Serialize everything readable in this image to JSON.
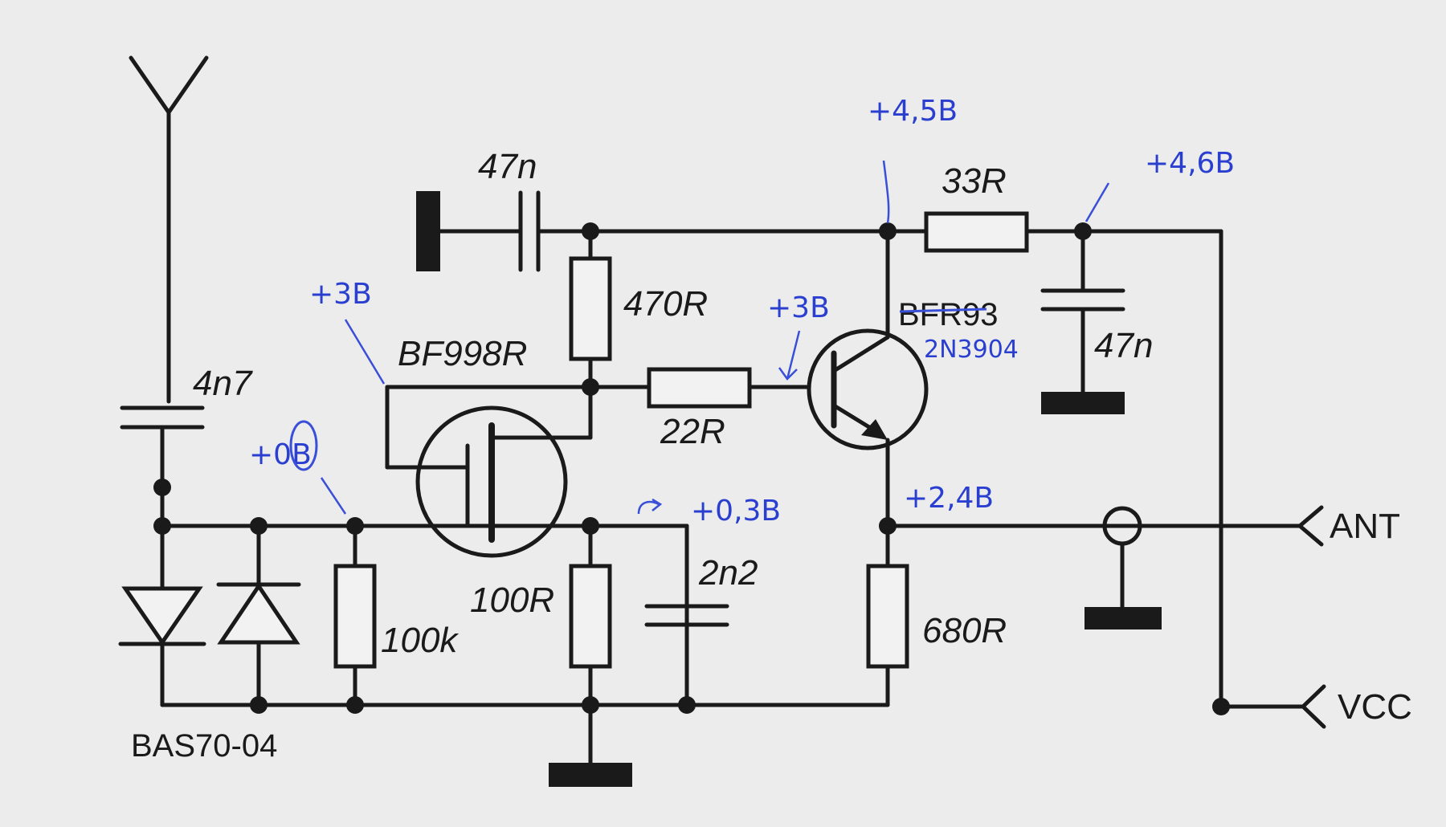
{
  "labels": {
    "c_in": "4n7",
    "c_top": "47n",
    "r_470": "470R",
    "fet": "BF998R",
    "r_22": "22R",
    "transistor": "BFR93",
    "r_33": "33R",
    "c_vcc": "47n",
    "r_100k": "100k",
    "r_100": "100R",
    "c_2n2": "2n2",
    "r_680": "680R",
    "diodes": "BAS70-04",
    "ant": "ANT",
    "vcc": "VCC"
  },
  "handwritten": {
    "v_collector": "+4,5B",
    "v_supply": "+4,6B",
    "v_gate2": "+3B",
    "v_base": "+3B",
    "v_gate1": "+0B",
    "v_source": "+0,3B",
    "v_emitter": "+2,4B",
    "transistor_sub": "2N3904"
  }
}
